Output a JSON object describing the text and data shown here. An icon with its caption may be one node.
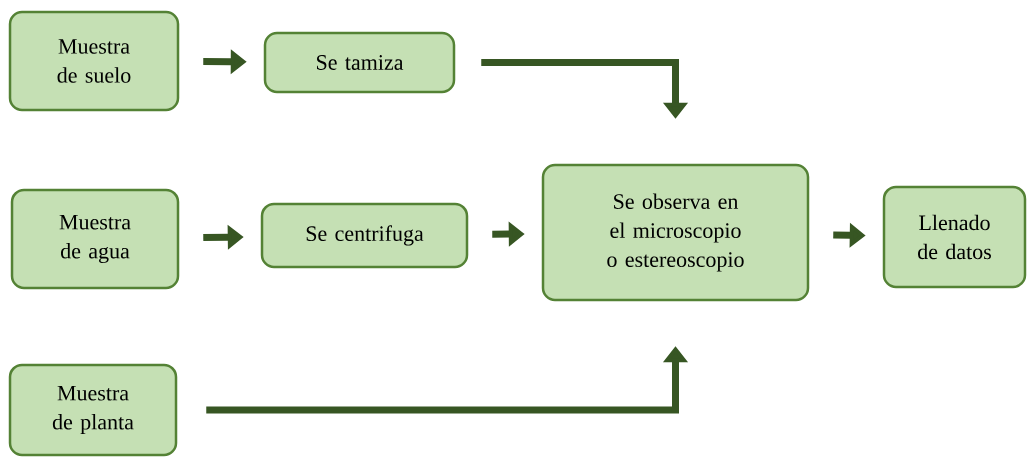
{
  "diagram": {
    "nodes": [
      {
        "text": [
          "Muestra de suelo"
        ]
      },
      {
        "text": [
          "Se tamiza"
        ]
      },
      {
        "text": [
          "Muestra de agua"
        ]
      },
      {
        "text": [
          "Se centrifuga"
        ]
      },
      {
        "text": [
          "Se observa en el microscopio o estereoscopio"
        ]
      },
      {
        "text": [
          "Llenado de datos"
        ]
      },
      {
        "text": [
          "Muestra de planta"
        ]
      }
    ],
    "edges": [
      {
        "from": 0,
        "to": 1,
        "arrow": "to"
      },
      {
        "from": 1,
        "to": 4,
        "arrow": "to"
      },
      {
        "from": 2,
        "to": 3,
        "arrow": "to"
      },
      {
        "from": 3,
        "to": 4,
        "arrow": "to"
      },
      {
        "from": 4,
        "to": 5,
        "arrow": "to"
      },
      {
        "from": 6,
        "to": 4,
        "arrow": "to"
      }
    ]
  }
}
